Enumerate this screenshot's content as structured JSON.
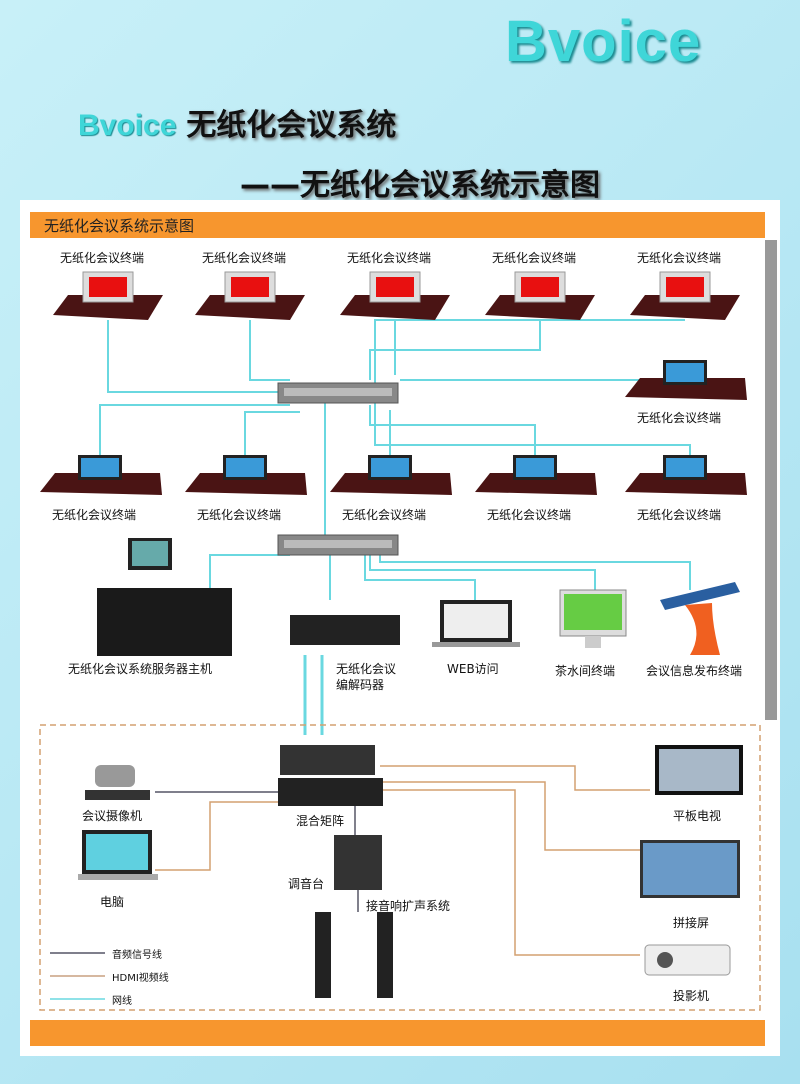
{
  "brand": "Bvoice",
  "title": {
    "brand": "Bvoice",
    "main": "无纸化会议系统",
    "sub": "——无纸化会议系统示意图"
  },
  "section_header": "无纸化会议系统示意图",
  "terminal_label": "无纸化会议终端",
  "devices": {
    "server": "无纸化会议系统服务器主机",
    "codec_line1": "无纸化会议",
    "codec_line2": "编解码器",
    "web": "WEB访问",
    "tea": "茶水间终端",
    "kiosk": "会议信息发布终端",
    "camera": "会议摄像机",
    "pc": "电脑",
    "matrix": "混合矩阵",
    "mixer": "调音台",
    "sound": "接音响扩声系统",
    "tv": "平板电视",
    "videowall": "拼接屏",
    "projector": "投影机"
  },
  "legend": [
    {
      "label": "音频信号线",
      "color": "#555566"
    },
    {
      "label": "HDMI视频线",
      "color": "#c8a080"
    },
    {
      "label": "网线",
      "color": "#6ad8e0"
    }
  ],
  "colors": {
    "orange": "#f7962e",
    "cyan": "#3fd6d8",
    "net": "#6ad8e0",
    "hdmi": "#d4a070",
    "audio": "#555566"
  }
}
